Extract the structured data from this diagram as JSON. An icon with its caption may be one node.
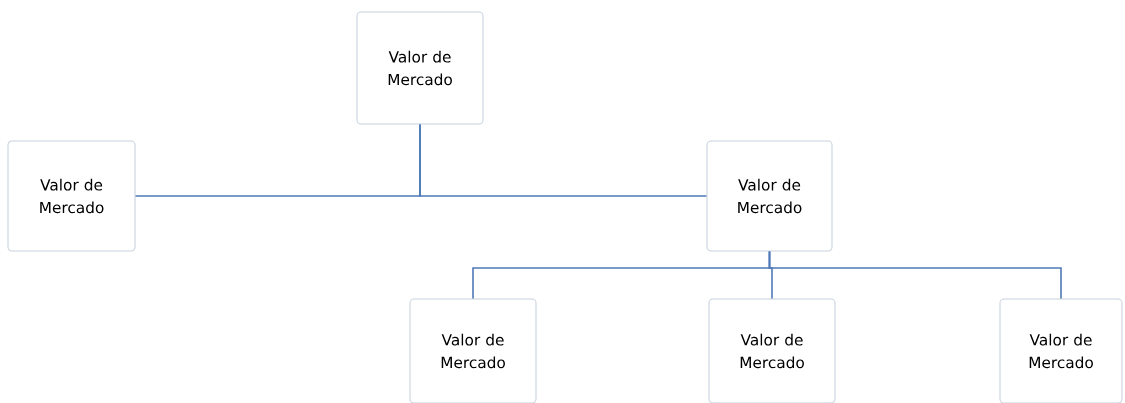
{
  "diagram": {
    "nodes": [
      {
        "text": [
          "Valor de Mercado"
        ]
      },
      {
        "text": [
          "Valor de Mercado"
        ]
      },
      {
        "text": [
          "Valor de Mercado"
        ]
      },
      {
        "text": [
          "Valor de Mercado"
        ]
      },
      {
        "text": [
          "Valor de Mercado"
        ]
      },
      {
        "text": [
          "Valor de Mercado"
        ]
      }
    ],
    "edges": [
      {
        "from": 0,
        "to": 1,
        "arrow": "none"
      },
      {
        "from": 0,
        "to": 2,
        "arrow": "none"
      },
      {
        "from": 2,
        "to": 3,
        "arrow": "none"
      },
      {
        "from": 2,
        "to": 4,
        "arrow": "none"
      },
      {
        "from": 2,
        "to": 5,
        "arrow": "none"
      }
    ]
  }
}
